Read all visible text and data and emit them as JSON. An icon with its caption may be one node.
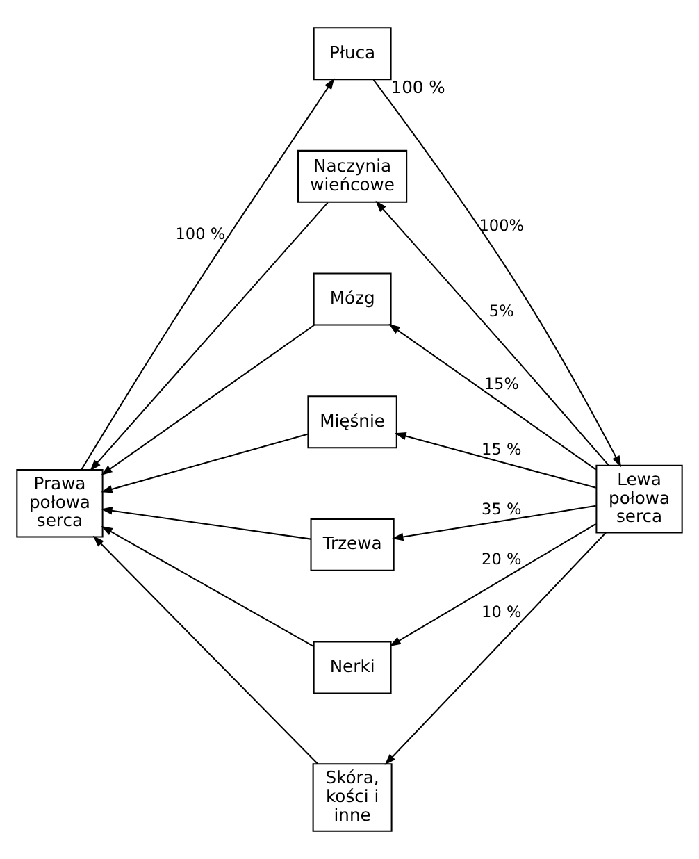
{
  "diagram": {
    "nodes": [
      {
        "text": [
          "Płuca"
        ],
        "beside": [
          "100 %"
        ]
      },
      {
        "text": [
          "Prawa połowa serca"
        ]
      },
      {
        "text": [
          "Lewa połowa serca"
        ]
      },
      {
        "text": [
          "Naczynia wieńcowe"
        ]
      },
      {
        "text": [
          "Mózg"
        ]
      },
      {
        "text": [
          "Mięśnie"
        ]
      },
      {
        "text": [
          "Trzewa"
        ]
      },
      {
        "text": [
          "Nerki"
        ]
      },
      {
        "text": [
          "Skóra, kości i inne"
        ]
      }
    ],
    "edges": [
      {
        "from": 1,
        "to": 0,
        "arrow": "to",
        "label": "100 %"
      },
      {
        "from": 0,
        "to": 2,
        "arrow": "to",
        "label": "100%"
      },
      {
        "from": 2,
        "to": 3,
        "arrow": "to",
        "label": "5%"
      },
      {
        "from": 2,
        "to": 4,
        "arrow": "to",
        "label": "15%"
      },
      {
        "from": 2,
        "to": 5,
        "arrow": "to",
        "label": "15 %"
      },
      {
        "from": 2,
        "to": 6,
        "arrow": "to",
        "label": "35 %"
      },
      {
        "from": 2,
        "to": 7,
        "arrow": "to",
        "label": "20 %"
      },
      {
        "from": 2,
        "to": 8,
        "arrow": "to",
        "label": "10 %"
      },
      {
        "from": 3,
        "to": 1,
        "arrow": "to"
      },
      {
        "from": 4,
        "to": 1,
        "arrow": "to"
      },
      {
        "from": 5,
        "to": 1,
        "arrow": "to"
      },
      {
        "from": 6,
        "to": 1,
        "arrow": "to"
      },
      {
        "from": 7,
        "to": 1,
        "arrow": "to"
      },
      {
        "from": 8,
        "to": 1,
        "arrow": "to"
      }
    ]
  }
}
